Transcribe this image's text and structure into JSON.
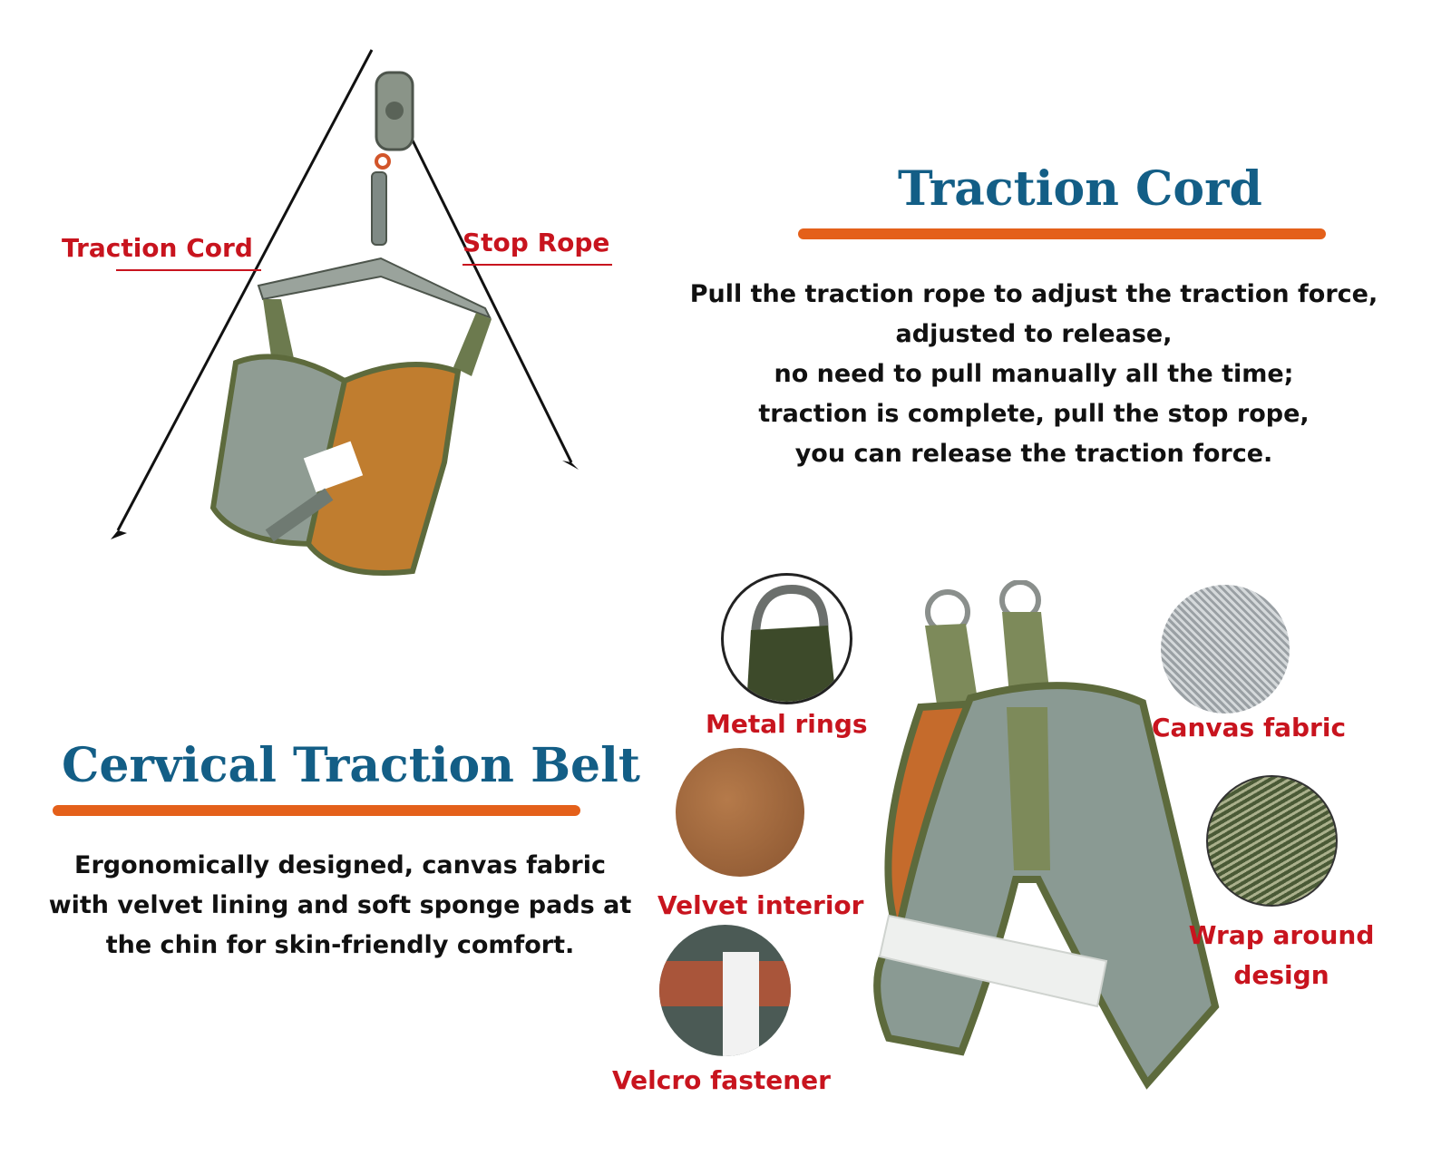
{
  "top_diagram": {
    "left_label": "Traction Cord",
    "right_label": "Stop Rope"
  },
  "traction_cord_section": {
    "title": "Traction Cord",
    "lines": [
      "Pull the traction rope to adjust the traction force,",
      "adjusted to release,",
      "no need to pull manually all the time;",
      "traction is complete, pull the stop rope,",
      "you can release the traction force."
    ]
  },
  "belt_section": {
    "title": "Cervical Traction Belt",
    "lines": [
      "Ergonomically designed, canvas fabric",
      "with velvet lining and soft sponge pads at",
      "the chin for skin-friendly comfort."
    ]
  },
  "features": {
    "metal_rings": "Metal rings",
    "velvet_interior": "Velvet interior",
    "velcro_fastener": "Velcro fastener",
    "canvas_fabric": "Canvas fabric",
    "wrap_around_line1": "Wrap around",
    "wrap_around_line2": "design"
  },
  "colors": {
    "title_blue": "#135e86",
    "label_red": "#c8141e",
    "accent_orange": "#e4601a"
  }
}
